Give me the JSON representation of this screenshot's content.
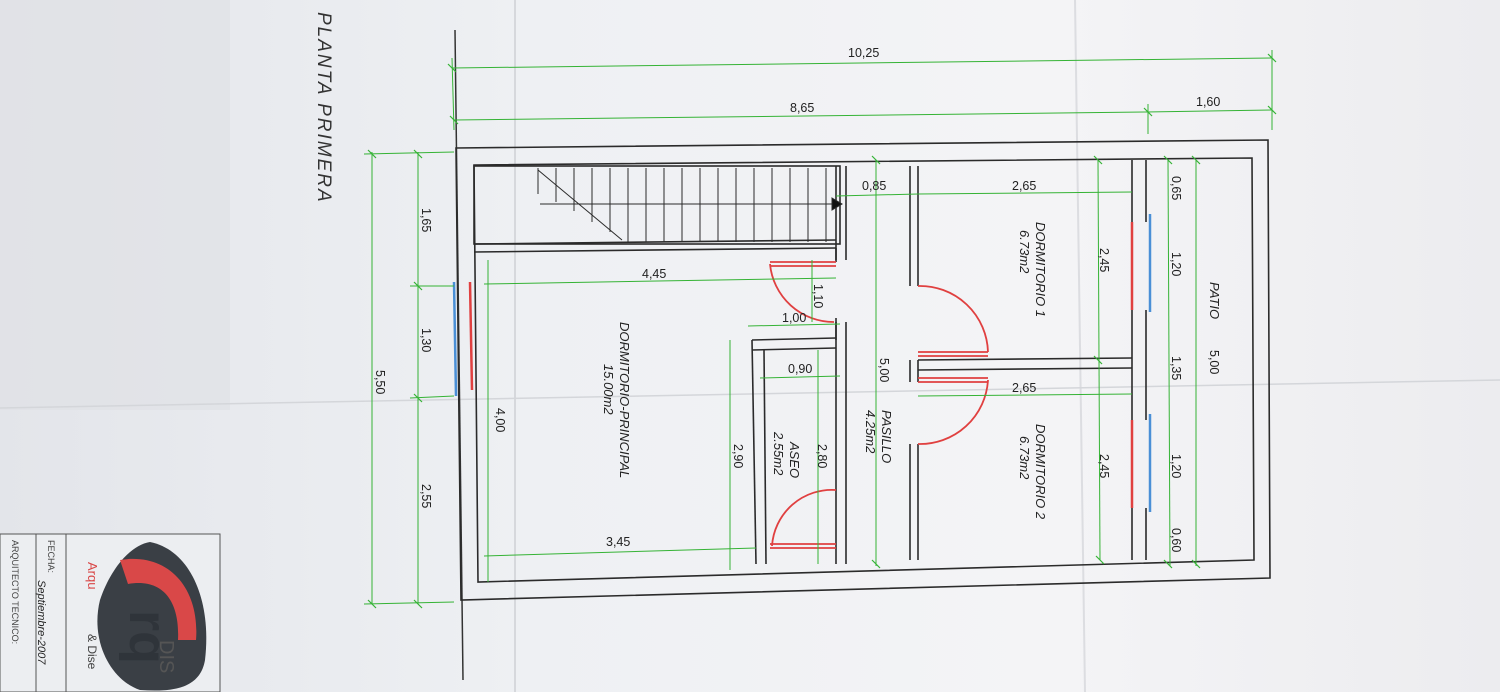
{
  "drawing": {
    "sheet_title": "PLANTA PRIMERA",
    "colors": {
      "walls": "#2b2b2b",
      "dimensions": "#35b335",
      "doors": "#e04040",
      "windows": "#4a8fd6",
      "paper": "#f2f2f4"
    },
    "rooms": {
      "dormitorio1": {
        "name": "DORMITORIO 1",
        "area": "6.73m2"
      },
      "dormitorio2": {
        "name": "DORMITORIO 2",
        "area": "6.73m2"
      },
      "principal": {
        "name": "DORMITORIO-PRINCIPAL",
        "area": "15.00m2"
      },
      "aseo": {
        "name": "ASEO",
        "area": "2.55m2"
      },
      "pasillo": {
        "name": "PASILLO",
        "area": "4.25m2"
      },
      "patio": {
        "name": "PATIO"
      }
    },
    "dimensions": {
      "total_length": "10,25",
      "main_length": "8,65",
      "patio_length": "1,60",
      "left_total": "5,50",
      "left_upper": "1,65",
      "left_window": "1,30",
      "left_lower": "2,55",
      "principal_depth": "4,00",
      "principal_width_top": "4,45",
      "principal_width_bottom": "3,45",
      "door_gap": "1,10",
      "aseo_top": "1,00",
      "aseo_width": "0,90",
      "aseo_outer": "2,90",
      "aseo_inner": "2,80",
      "stair_landing": "0,85",
      "pasillo_length": "5,00",
      "dorm1_width": "2,65",
      "dorm2_width": "2,65",
      "dorm1_depth": "2,45",
      "dorm2_depth": "2,45",
      "patio_upper": "0,65",
      "patio_window1": "1,20",
      "patio_mid": "1,35",
      "patio_window2": "1,20",
      "patio_lower": "0,60",
      "patio_total": "5,00"
    },
    "title_block": {
      "fecha_label": "FECHA:",
      "fecha_value": "Septiembre-2007",
      "arquitecto_label": "ARQUITECTO TECNICO:",
      "logo_text_partial": "Arqu",
      "logo_text_suffix": "& Dise",
      "logo_big_letters": "rq",
      "logo_top": "DIS"
    }
  }
}
